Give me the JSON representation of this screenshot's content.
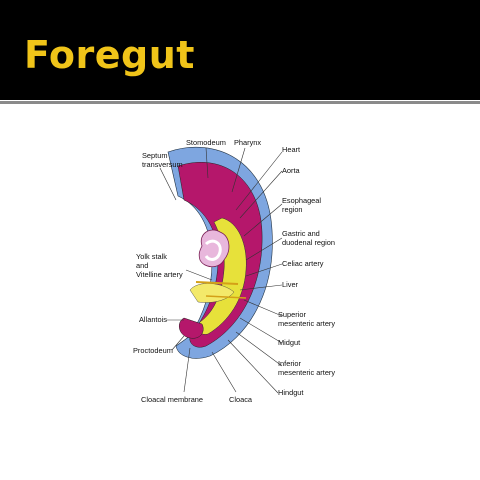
{
  "slide": {
    "title": "Foregut",
    "colors": {
      "title": "#f0c419",
      "header_bg": "#000000"
    }
  },
  "diagram": {
    "labels": {
      "stomodeum": "Stomodeum",
      "pharynx": "Pharynx",
      "heart": "Heart",
      "septum_1": "Septum",
      "septum_2": "transversum",
      "aorta": "Aorta",
      "esophageal_1": "Esophageal",
      "esophageal_2": "region",
      "gastric_1": "Gastric and",
      "gastric_2": "duodenal region",
      "celiac": "Celiac artery",
      "yolk_1": "Yolk stalk",
      "yolk_2": "and",
      "yolk_3": "Vitelline artery",
      "liver": "Liver",
      "sup_mes_1": "Superior",
      "sup_mes_2": "mesenteric artery",
      "allantois": "Allantois",
      "midgut": "Midgut",
      "proctodeum": "Proctodeum",
      "inf_mes_1": "Inferior",
      "inf_mes_2": "mesenteric artery",
      "hindgut": "Hindgut",
      "cloacal_membrane": "Cloacal membrane",
      "cloaca": "Cloaca"
    },
    "colors": {
      "ectoderm": "#7ea6e0",
      "mesoderm": "#b5176b",
      "gut": "#e7e13a",
      "heart": "#e8b7dc",
      "vessel": "#d4a017"
    }
  }
}
